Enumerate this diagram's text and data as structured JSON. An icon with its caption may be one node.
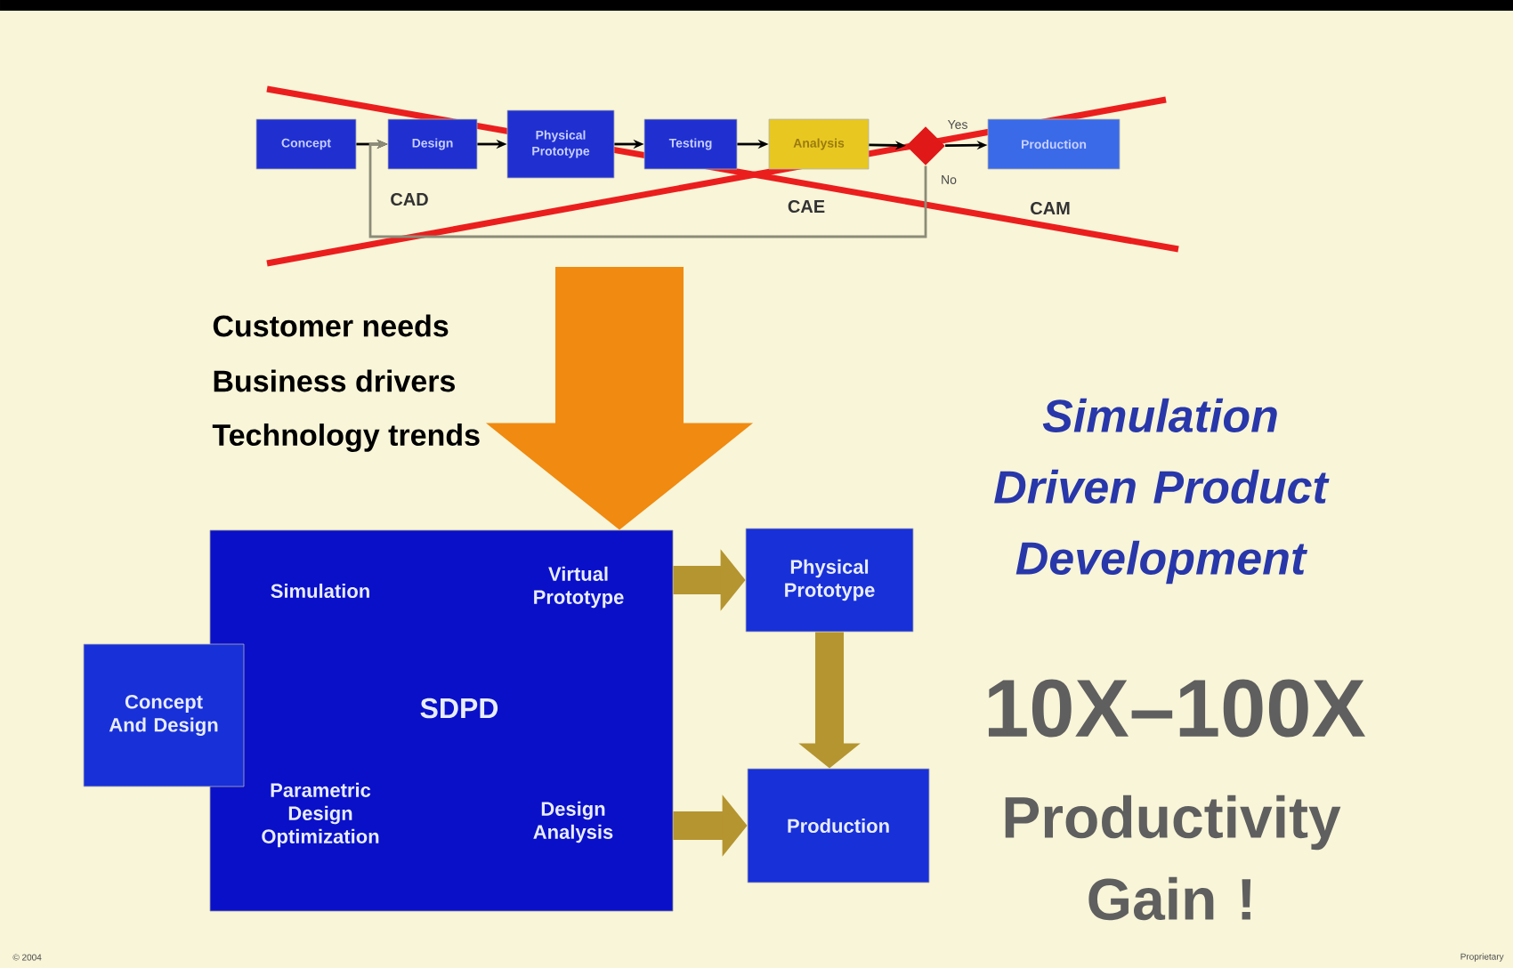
{
  "diagram": {
    "nodes": [
      {
        "text": [
          "Concept"
        ]
      },
      {
        "text": [
          "Design"
        ]
      },
      {
        "text": [
          "Physical Prototype"
        ]
      },
      {
        "text": [
          "Testing"
        ]
      },
      {
        "text": [
          "Analysis"
        ]
      },
      {
        "text": [],
        "shape": "diamond"
      },
      {
        "text": [
          "Production"
        ]
      },
      {
        "text": [
          "Simulation",
          "Virtual Prototype",
          "SDPD",
          "Parametric Design Optimization",
          "Design Analysis"
        ]
      },
      {
        "text": [
          "Concept And Design"
        ]
      },
      {
        "text": [
          "Physical Prototype"
        ]
      },
      {
        "text": [
          "Production"
        ]
      }
    ],
    "edges": [
      {
        "from": 0,
        "to": 1,
        "arrow": "to"
      },
      {
        "from": 1,
        "to": 2,
        "arrow": "to"
      },
      {
        "from": 2,
        "to": 3,
        "arrow": "to"
      },
      {
        "from": 3,
        "to": 4,
        "arrow": "to"
      },
      {
        "from": 4,
        "to": 5,
        "arrow": "to"
      },
      {
        "from": 5,
        "to": 6,
        "arrow": "to",
        "label": "Yes"
      },
      {
        "from": 5,
        "to": 1,
        "arrow": "to",
        "label": "No",
        "color": "#8c8c78"
      },
      {
        "from": null,
        "to": 7,
        "arrow": "to",
        "style": "thick",
        "color": "#f08a10"
      },
      {
        "from": 7,
        "to": 9,
        "arrow": "to",
        "style": "thick",
        "color": "#b59530"
      },
      {
        "from": 7,
        "to": 10,
        "arrow": "to",
        "style": "thick",
        "color": "#b59530"
      },
      {
        "from": 9,
        "to": 10,
        "arrow": "to",
        "style": "thick",
        "color": "#b59530"
      }
    ],
    "labels": [
      "CAD",
      "CAE",
      "CAM",
      "Customer needs",
      "Business drivers",
      "Technology trends",
      "Simulation Driven Product Development",
      "10X–100X",
      "Productivity Gain !",
      "© 2004",
      "Proprietary"
    ]
  }
}
